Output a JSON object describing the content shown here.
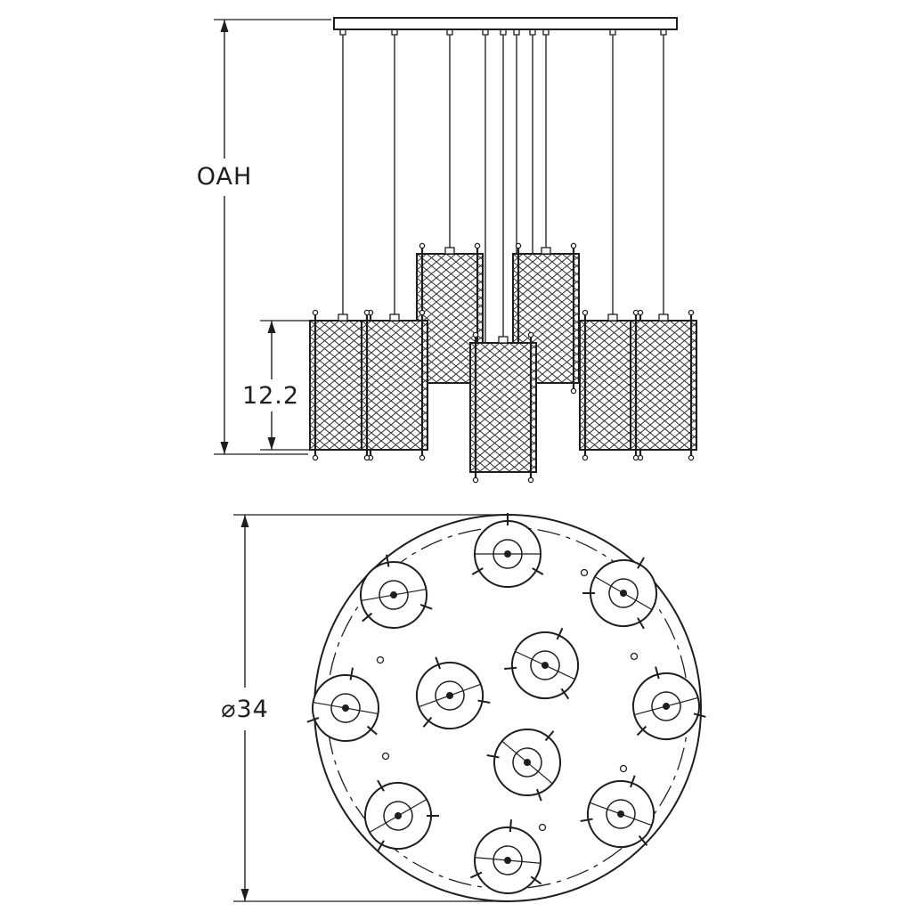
{
  "drawing": {
    "type": "lighting-fixture-dimension-diagram",
    "dimensions": {
      "oah_label": "OAH",
      "shade_height_label": "12.2",
      "diameter_label": "⌀34"
    },
    "plan": {
      "pendant_count": 11
    },
    "colors": {
      "ink": "#1e1e1e",
      "cord": "#4d4d4d",
      "bg": "#ffffff"
    }
  }
}
